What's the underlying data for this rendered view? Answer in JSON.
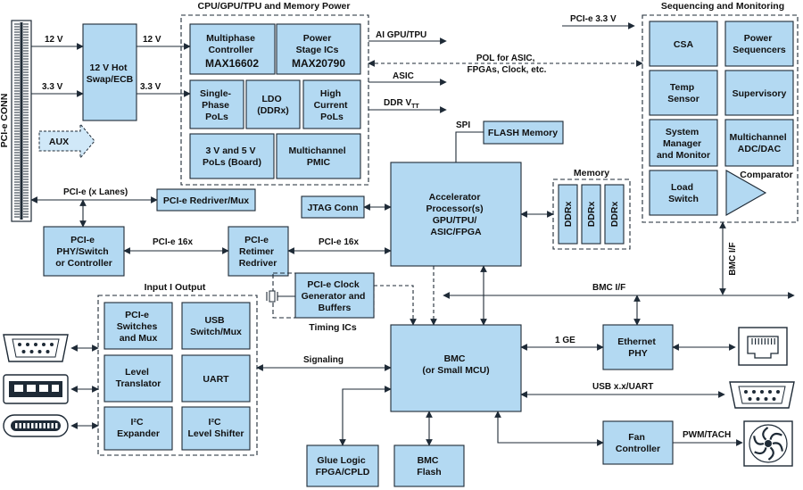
{
  "colors": {
    "block": "#b3d9f2",
    "line": "#1e2a36",
    "text": "#111111",
    "aux": "#d0e8f8"
  },
  "groups": {
    "cpu": "CPU/GPU/TPU and Memory Power",
    "seq": "Sequencing and Monitoring",
    "memory": "Memory",
    "io": "Input  I  Output",
    "timing": "Timing ICs"
  },
  "blocks": {
    "pcie_conn": "PCI-e CONN",
    "hot_swap": [
      "12 V Hot",
      "Swap/ECB"
    ],
    "aux": "AUX",
    "multiphase": [
      "Multiphase",
      "Controller",
      "MAX16602"
    ],
    "power_stage": [
      "Power",
      "Stage ICs",
      "MAX20790"
    ],
    "single_phase": [
      "Single-",
      "Phase",
      "PoLs"
    ],
    "ldo": [
      "LDO",
      "(DDRx)"
    ],
    "high_current": [
      "High",
      "Current",
      "PoLs"
    ],
    "pol_board": [
      "3 V and 5 V",
      "PoLs (Board)"
    ],
    "pmic": [
      "Multichannel",
      "PMIC"
    ],
    "csa": "CSA",
    "power_seq": [
      "Power",
      "Sequencers"
    ],
    "temp_sensor": [
      "Temp",
      "Sensor"
    ],
    "supervisory": "Supervisory",
    "sys_mgr": [
      "System",
      "Manager",
      "and Monitor"
    ],
    "adc_dac": [
      "Multichannel",
      "ADC/DAC"
    ],
    "load_switch": [
      "Load",
      "Switch"
    ],
    "comparator": "Comparator",
    "flash_memory": "FLASH Memory",
    "redriver_mux": "PCI-e Redriver/Mux",
    "jtag": "JTAG Conn",
    "accelerator": [
      "Accelerator",
      "Processor(s)",
      "GPU/TPU/",
      "ASIC/FPGA"
    ],
    "ddr": [
      "DDRx",
      "DDRx",
      "DDRx"
    ],
    "phy_switch": [
      "PCI-e",
      "PHY/Switch",
      "or Controller"
    ],
    "retimer": [
      "PCI-e",
      "Retimer",
      "Redriver"
    ],
    "clock_gen": [
      "PCI-e Clock",
      "Generator and",
      "Buffers"
    ],
    "switches_mux": [
      "PCI-e",
      "Switches",
      "and Mux"
    ],
    "usb_switch": [
      "USB",
      "Switch/Mux"
    ],
    "level_translator": [
      "Level",
      "Translator"
    ],
    "uart": "UART",
    "i2c_expander": [
      "I²C",
      "Expander"
    ],
    "i2c_level_shifter": [
      "I²C",
      "Level Shifter"
    ],
    "bmc": [
      "BMC",
      "(or Small MCU)"
    ],
    "ethernet_phy": [
      "Ethernet",
      "PHY"
    ],
    "glue_logic": [
      "Glue Logic",
      "FPGA/CPLD"
    ],
    "bmc_flash": [
      "BMC",
      "Flash"
    ],
    "fan_controller": [
      "Fan",
      "Controller"
    ]
  },
  "labels": {
    "v12_a": "12 V",
    "v33_a": "3.3 V",
    "v12_b": "12 V",
    "v33_b": "3.3 V",
    "pcie_33": "PCI-e 3.3 V",
    "ai_gpu": "AI GPU/TPU",
    "pol_asic": [
      "POL for ASIC,",
      "FPGAs, Clock, etc."
    ],
    "asic": "ASIC",
    "ddr_vtt": "DDR V",
    "ddr_vtt_sub": "TT",
    "spi": "SPI",
    "pcie_lanes": "PCI-e (x Lanes)",
    "pcie16_a": "PCI-e 16x",
    "pcie16_b": "PCI-e 16x",
    "bmc_if": "BMC I/F",
    "bmc_if_v": "BMC I/F",
    "gbe": "1 GE",
    "signaling": "Signaling",
    "usb_uart": "USB x.x/UART",
    "pwm_tach": "PWM/TACH"
  },
  "icons": [
    "pcie-slot-icon",
    "db9-connector-icon",
    "usb-a-connector-icon",
    "usb-c-connector-icon",
    "rj45-jack-icon",
    "serial-port-icon",
    "fan-icon",
    "crystal-icon"
  ]
}
